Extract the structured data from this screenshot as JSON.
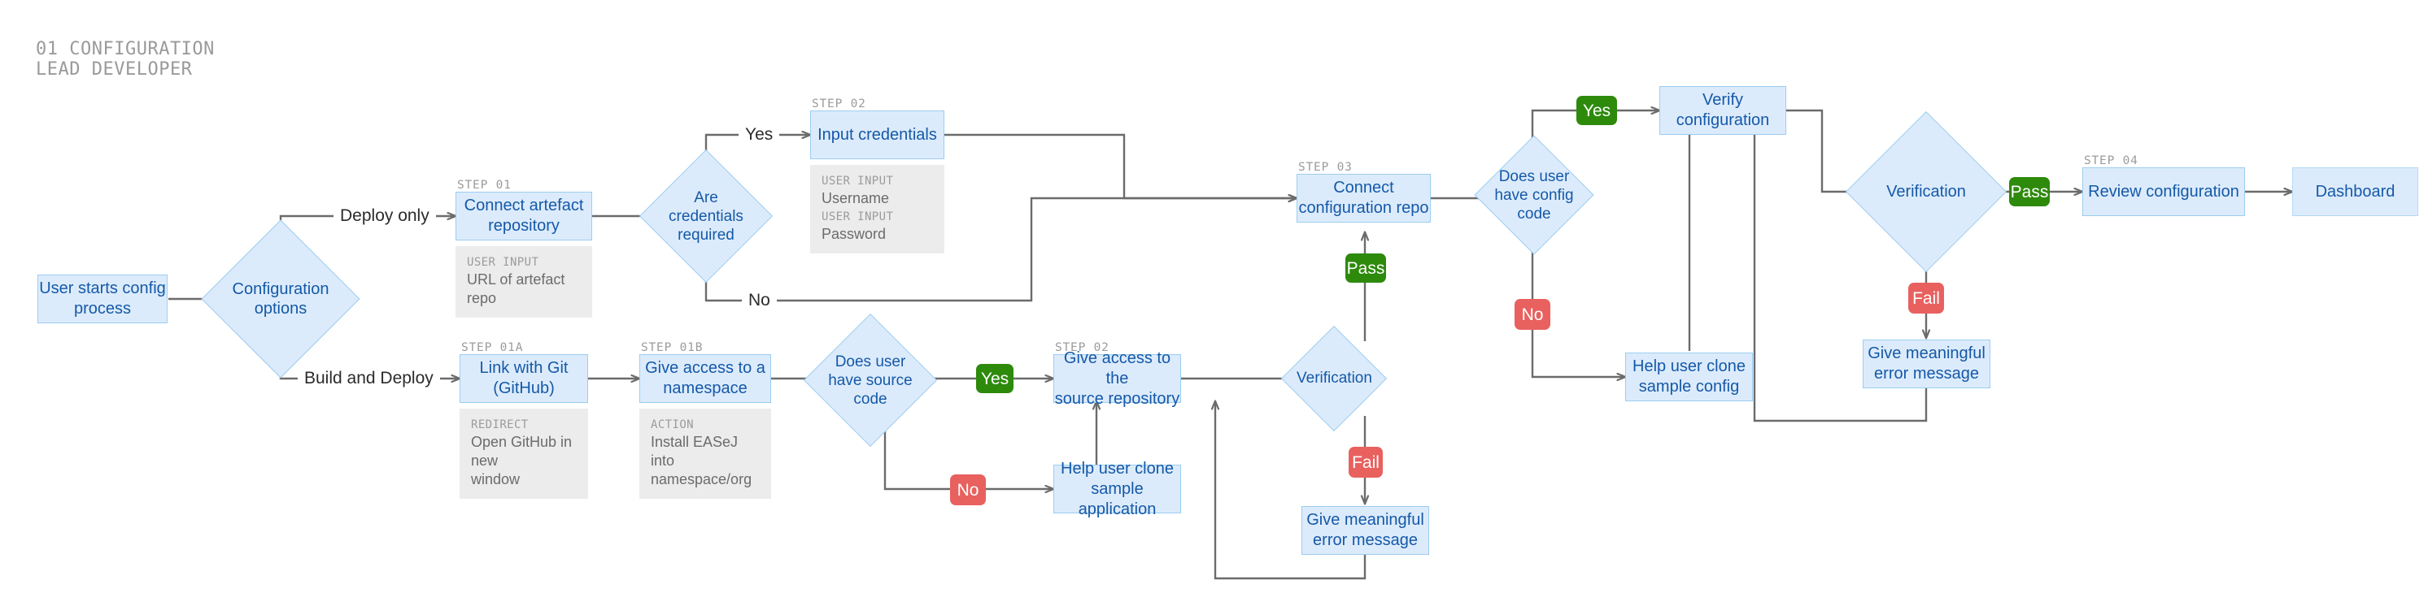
{
  "header": {
    "line1": "01 CONFIGURATION",
    "line2": "LEAD DEVELOPER"
  },
  "colors": {
    "node_fill": "#dcebfb",
    "node_stroke": "#9ccdf0",
    "node_text": "#1559a8",
    "wire": "#6b6b6b",
    "note_bg": "#ececec",
    "note_kind": "#9b9b9b",
    "note_value": "#6b6b6b",
    "pass_badge": "#2d8a0b",
    "fail_badge": "#e8615f",
    "caption": "#9b9b9b"
  },
  "nodes": {
    "start": {
      "label": "User starts config\nprocess",
      "shape": "box"
    },
    "config_options": {
      "label": "Configuration\noptions",
      "shape": "diamond"
    },
    "connect_artefact": {
      "label": "Connect artefact\nrepository",
      "shape": "box",
      "step": "STEP 01"
    },
    "are_credentials_required": {
      "label": "Are\ncredentials\nrequired",
      "shape": "diamond"
    },
    "input_credentials": {
      "label": "Input credentials",
      "shape": "box",
      "step": "STEP 02"
    },
    "link_with_git": {
      "label": "Link with Git\n(GitHub)",
      "shape": "box",
      "step": "STEP 01A"
    },
    "give_access_namespace": {
      "label": "Give access to a\nnamespace",
      "shape": "box",
      "step": "STEP 01B"
    },
    "does_user_have_source_code": {
      "label": "Does user\nhave source\ncode",
      "shape": "diamond"
    },
    "give_access_source_repo": {
      "label": "Give access to the\nsource repository",
      "shape": "box",
      "step": "STEP 02"
    },
    "help_clone_sample_application": {
      "label": "Help user clone\nsample application",
      "shape": "box"
    },
    "verification_source": {
      "label": "Verification",
      "shape": "diamond"
    },
    "error_message_source": {
      "label": "Give meaningful\nerror message",
      "shape": "box"
    },
    "connect_config_repo": {
      "label": "Connect\nconfiguration repo",
      "shape": "box",
      "step": "STEP 03"
    },
    "does_user_have_config_code": {
      "label": "Does user\nhave config\ncode",
      "shape": "diamond"
    },
    "verify_configuration": {
      "label": "Verify configuration",
      "shape": "box"
    },
    "help_clone_sample_config": {
      "label": "Help user clone\nsample config",
      "shape": "box"
    },
    "verification_config": {
      "label": "Verification",
      "shape": "diamond"
    },
    "error_message_config": {
      "label": "Give meaningful\nerror message",
      "shape": "box"
    },
    "review_configuration": {
      "label": "Review configuration",
      "shape": "box",
      "step": "STEP 04"
    },
    "dashboard": {
      "label": "Dashboard",
      "shape": "box"
    }
  },
  "notes": {
    "artefact": [
      {
        "kind": "USER INPUT",
        "value": "URL of artefact repo"
      }
    ],
    "credentials": [
      {
        "kind": "USER INPUT",
        "value": "Username"
      },
      {
        "kind": "USER INPUT",
        "value": "Password"
      }
    ],
    "git": [
      {
        "kind": "REDIRECT",
        "value": "Open GitHub in new\nwindow"
      }
    ],
    "namespace": [
      {
        "kind": "ACTION",
        "value": "Install EASeJ into\nnamespace/org"
      }
    ]
  },
  "edge_labels": {
    "deploy_only": "Deploy only",
    "build_and_deploy": "Build and Deploy",
    "creds_yes": "Yes",
    "creds_no": "No"
  },
  "badges": {
    "source_yes": "Yes",
    "source_no": "No",
    "source_fail": "Fail",
    "source_pass": "Pass",
    "config_yes": "Yes",
    "config_no": "No",
    "config_fail": "Fail",
    "final_pass": "Pass"
  }
}
